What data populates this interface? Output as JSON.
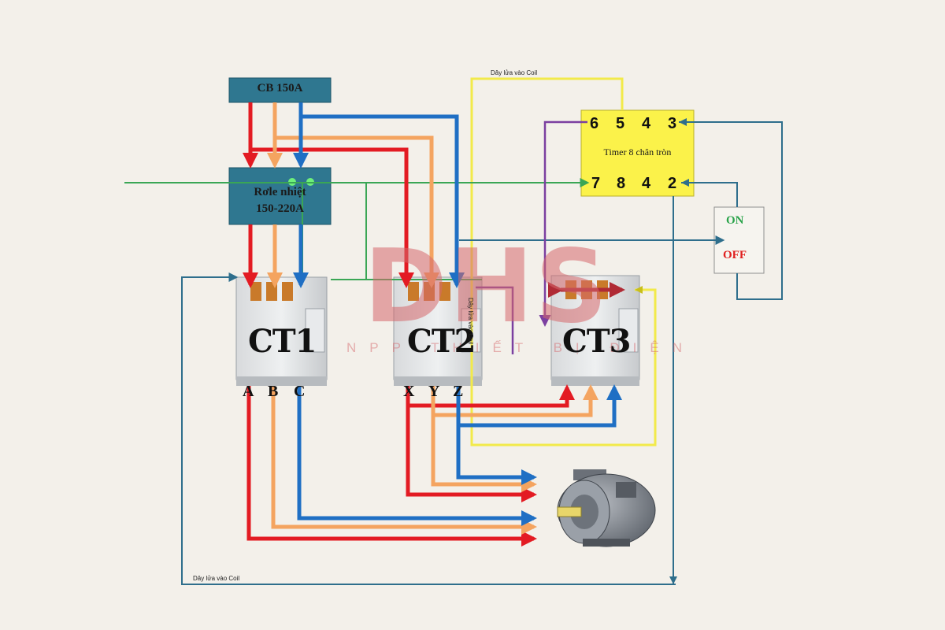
{
  "components": {
    "cb": "CB 150A",
    "relay_line1": "Rơle nhiệt",
    "relay_line2": "150-220A",
    "timer_label": "Timer 8 chân tròn",
    "timer_pins_top": [
      "6",
      "5",
      "4",
      "3"
    ],
    "timer_pins_bottom": [
      "7",
      "8",
      "4",
      "2"
    ],
    "on": "ON",
    "off": "OFF",
    "ct1": "CT1",
    "ct2": "CT2",
    "ct3": "CT3"
  },
  "terminals": {
    "ct1": [
      "A",
      "B",
      "C"
    ],
    "ct2": [
      "X",
      "Y",
      "Z"
    ]
  },
  "wire_notes": {
    "top": "Dây lửa vào Coil",
    "bottom": "Dây lửa vào Coil",
    "ct2_vertical": "Dây lửa vào Coil"
  },
  "watermark": {
    "brand": "DHS",
    "sub": "NPP THIẾT BỊ ĐIỆN"
  },
  "colors": {
    "red": "#e31b23",
    "orange": "#f4a460",
    "blue": "#1f6fc4",
    "yellow": "#f2ea4a",
    "green": "#3aa655",
    "purple": "#7b3fa0",
    "steel_blue": "#2e6e8c",
    "teal_box": "#2f7790",
    "timer_yellow": "#fbf24a"
  }
}
